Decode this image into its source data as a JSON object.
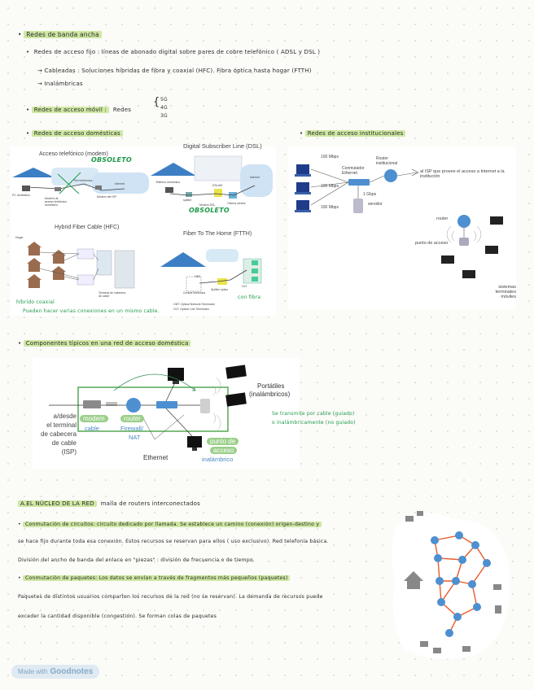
{
  "notes": {
    "h1": "Redes de banda ancha",
    "fijo": "Redes de acceso fijo : líneas de abonado digital sobre pares de cobre telefónico ( ADSL y DSL )",
    "cableadas": "Cableadas : Soluciones híbridas de fibra y coaxial (HFC). Fibra óptica hasta hogar (FTTH)",
    "inalambricas": "Inalámbricas",
    "movil": "Redes de acceso móvil :",
    "redes_word": "Redes",
    "gens": [
      "5G",
      "4G",
      "3G"
    ],
    "domesticas": "Redes de acceso domésticas",
    "institucionales": "Redes de acceso institucionales",
    "componentes": "Componentes típicos en una red de acceso doméstica",
    "nucleo_title": "A.EL NÚCLEO DE LA RED",
    "nucleo_sub": "malla de routers interconectados",
    "circ_1": "Conmutación de circuitos: circuito dedicado por llamada. Se establece un camino (conexión) origen-destino y",
    "circ_2": "se hace fijo durante toda esa conexión. Estos recursos se reservan para ellos ( uso exclusivo). Red telefonía básica.",
    "circ_3": "División del ancho de banda del enlace en \"piezas\" : división de frecuencia o de tiempo.",
    "paq_1": "Conmutación de paquetes: Los datos se envían a través de fragmentos más pequeños (paquetes)",
    "paq_2": "Paquetes de distintos usuarios comparten los recursos de la red (no se reservan). La demanda de recursos puede",
    "paq_3": "exceder la cantidad disponible (congestión). Se forman colas de paquetes",
    "domestic_note": "Pueden hacer varias conexiones en un mismo cable.",
    "hibrido": "híbrido coaxial",
    "obsoleto": "OBSOLETO",
    "con_fibra": "con fibra",
    "wifi_note_1": "Se transmite por cable (guiado)",
    "wifi_note_2": "o inalámbricamente (no guiado)",
    "badge_made": "Made with",
    "badge_brand": "Goodnotes"
  },
  "domestic_fig": {
    "modem_title": "Acceso telefónico (modem)",
    "dsl_title": "Digital Subscriber Line (DSL)",
    "hfc_title": "Hybrid Fiber Cable (HFC)",
    "ftth_title": "Fiber To The Home (FTTH)",
    "pc": "PC doméstico",
    "modem_dom": "Módem de acceso telefónico doméstico",
    "red_tel": "Red telefónica",
    "internet": "Internet",
    "modem_isp": "Módem del ISP",
    "tel_dom": "Teléfono doméstico",
    "splitter": "splitter",
    "dsl_modem": "Módem DSL",
    "oficina": "Oficina central",
    "dslam": "DSLAM",
    "ont": "ONT",
    "olt": "OLT",
    "splitter_opt": "Splitter óptico",
    "centrales": "Central telefónica",
    "terminal": "Terminal de cabecera de cable",
    "hogar": "Hogar",
    "footnote_1": "ONT: Optical Network Terminator",
    "footnote_2": "OLT: Optical Line Terminator"
  },
  "inst_fig": {
    "m100a": "100 Mbps",
    "m100b": "100 Mbps",
    "m100c": "100 Mbps",
    "switch": "Conmutador Ethernet",
    "router": "Router institucional",
    "isp": "al ISP que provee el acceso a Internet a la institución",
    "gbps": "1 Gbps",
    "servidor": "servidor",
    "router2": "router",
    "ap": "punto de acceso",
    "moviles": "sistemas terminales móviles"
  },
  "home_fig": {
    "desde": [
      "a/desde",
      "el terminal",
      "de cabecera",
      "de cable",
      "(ISP)"
    ],
    "modem": "modem",
    "cable": "cable",
    "router": "router",
    "firewall": "Firewall/",
    "nat": "NAT",
    "ethernet": "Ethernet",
    "portatiles": "Portátiles",
    "inalambricos": "(inalámbricos)",
    "punto": "punto de",
    "acceso": "acceso",
    "inalambrico": "inalámbrico"
  }
}
